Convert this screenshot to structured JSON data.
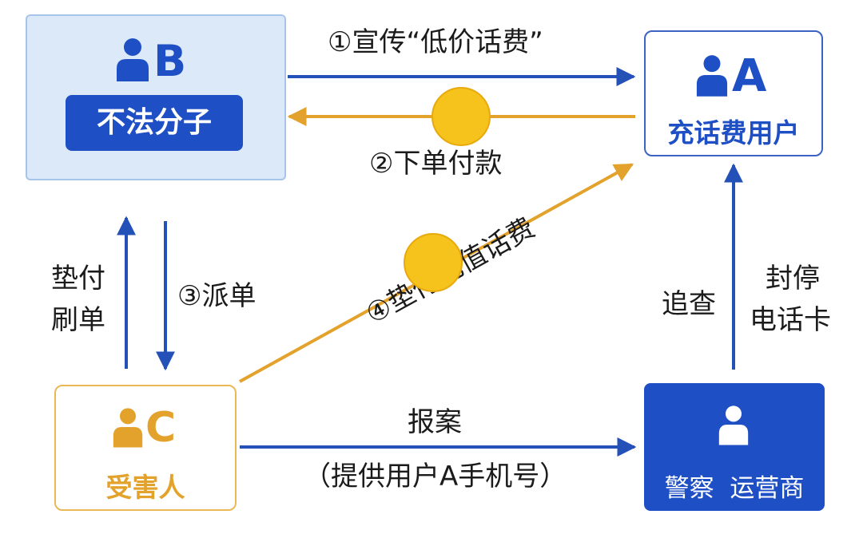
{
  "nodes": {
    "b": {
      "letter": "B",
      "label": "不法分子"
    },
    "a": {
      "letter": "A",
      "label": "充话费用户"
    },
    "c": {
      "letter": "C",
      "label": "受害人"
    },
    "p": {
      "label": "警察  运营商"
    }
  },
  "edges": {
    "e1": "①宣传“低价话费”",
    "e2": "②下单付款",
    "e3": "③派单",
    "e4": "④垫付充值话费",
    "advance": [
      "垫付",
      "刷单"
    ],
    "report": [
      "报案",
      "（提供用户A手机号）"
    ],
    "trace": "追查",
    "suspend": [
      "封停",
      "电话卡"
    ]
  },
  "colors": {
    "blue": "#2451b8",
    "gold": "#e3a22b",
    "dark_blue": "#1f4fc4"
  }
}
